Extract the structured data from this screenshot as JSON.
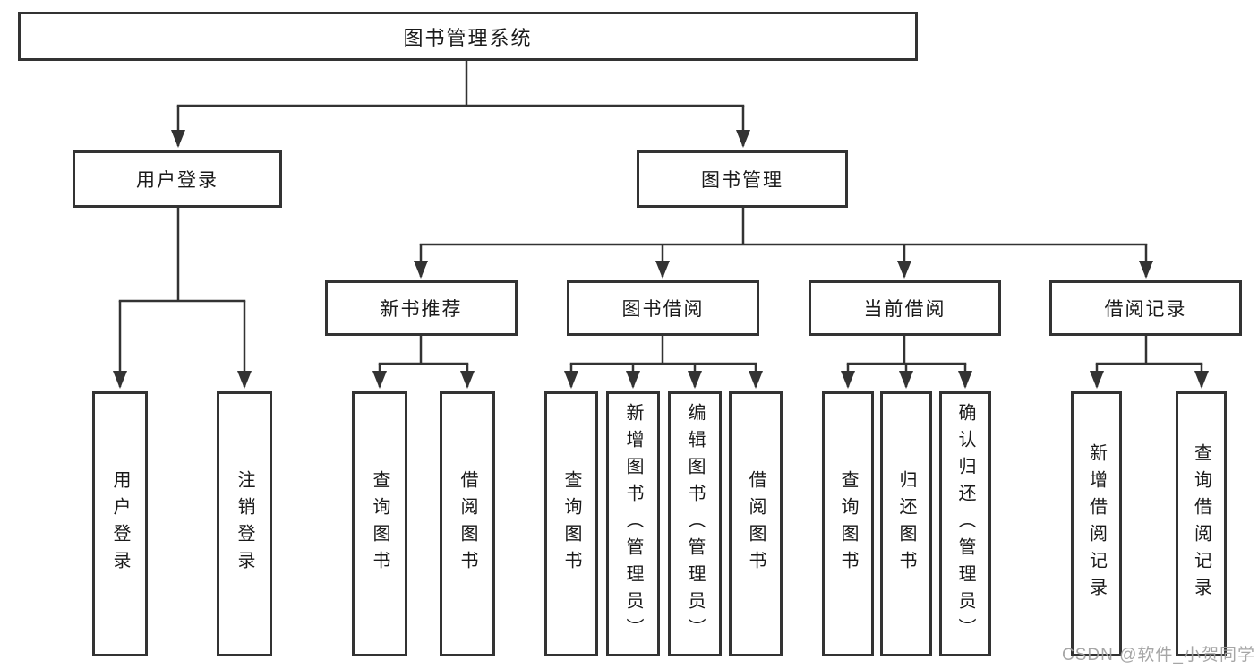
{
  "tree": {
    "root": {
      "label": "图书管理系统"
    },
    "level2": [
      {
        "label": "用户登录",
        "children": [
          {
            "label": "用户登录"
          },
          {
            "label": "注销登录"
          }
        ]
      },
      {
        "label": "图书管理"
      }
    ],
    "level3": [
      {
        "label": "新书推荐",
        "children": [
          {
            "label": "查询图书"
          },
          {
            "label": "借阅图书"
          }
        ]
      },
      {
        "label": "图书借阅",
        "children": [
          {
            "label": "查询图书"
          },
          {
            "label": "新增图书（管理员）"
          },
          {
            "label": "编辑图书（管理员）"
          },
          {
            "label": "借阅图书"
          }
        ]
      },
      {
        "label": "当前借阅",
        "children": [
          {
            "label": "查询图书"
          },
          {
            "label": "归还图书"
          },
          {
            "label": "确认归还（管理员）"
          }
        ]
      },
      {
        "label": "借阅记录",
        "children": [
          {
            "label": "新增借阅记录"
          },
          {
            "label": "查询借阅记录"
          }
        ]
      }
    ]
  },
  "watermark": {
    "text": "CSDN @软件_小贺同学"
  },
  "colors": {
    "line": "#333333",
    "box_border": "#333333",
    "text": "#1a1a1a",
    "background": "#ffffff",
    "watermark": "#9e9e9e"
  }
}
